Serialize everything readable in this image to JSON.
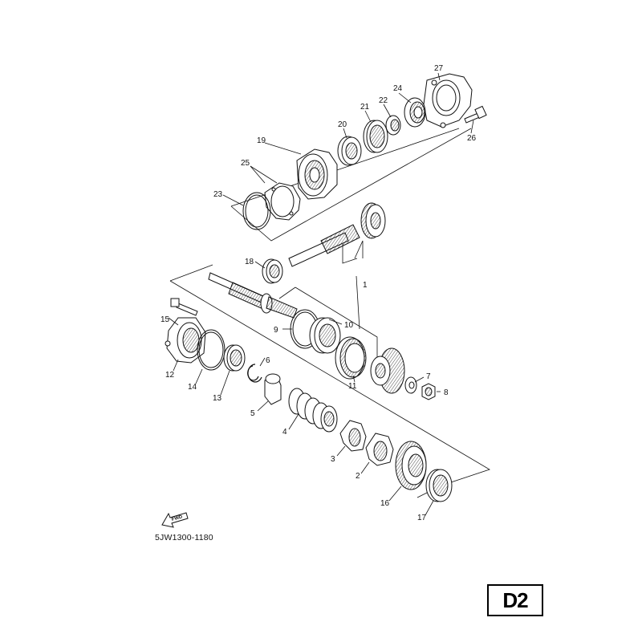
{
  "diagram_code": "5JW1300-1180",
  "page_label": "D2",
  "fwd_label": "FWD",
  "callouts": [
    "27",
    "26",
    "24",
    "22",
    "21",
    "20",
    "19",
    "25",
    "23",
    "18",
    "1",
    "15",
    "9",
    "10",
    "12",
    "14",
    "13",
    "6",
    "7",
    "8",
    "11",
    "5",
    "4",
    "3",
    "2",
    "16",
    "17"
  ]
}
